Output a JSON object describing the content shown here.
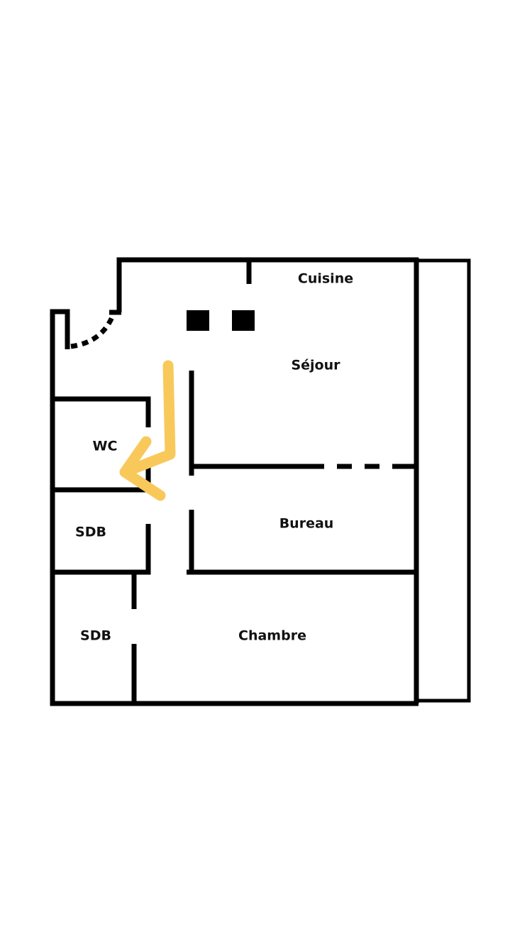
{
  "rooms": {
    "cuisine": "Cuisine",
    "sejour": "Séjour",
    "wc": "WC",
    "sdb1": "SDB",
    "bureau": "Bureau",
    "sdb2": "SDB",
    "chambre": "Chambre"
  },
  "colors": {
    "wall": "#000000",
    "arrow": "#F8C95A",
    "background": "#FFFFFF"
  }
}
